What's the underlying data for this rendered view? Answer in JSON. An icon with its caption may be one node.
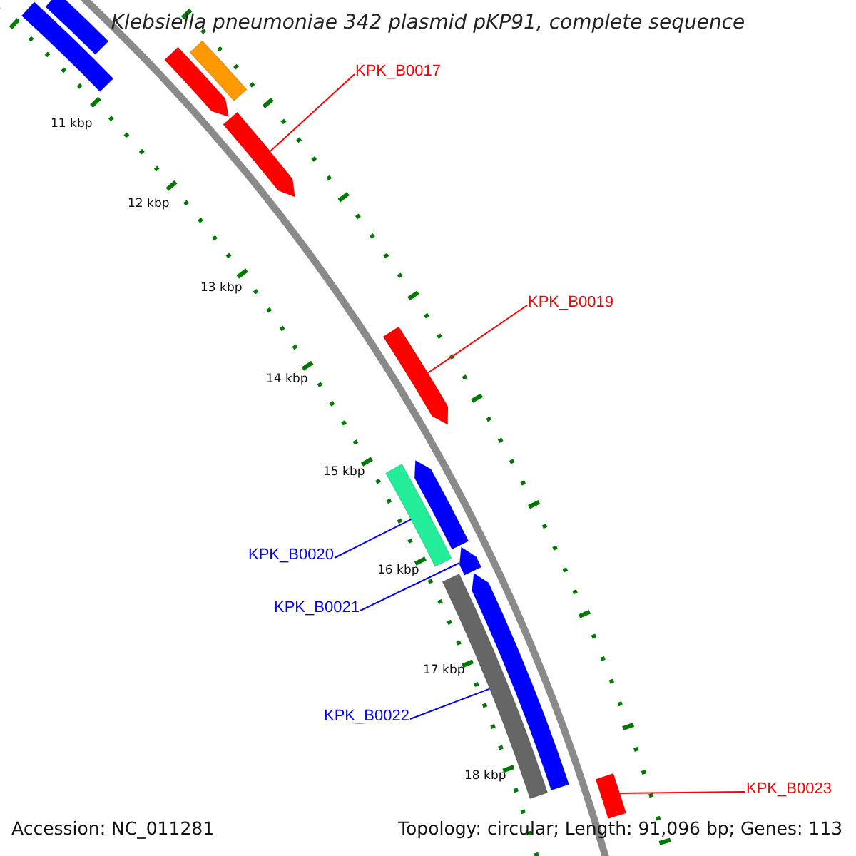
{
  "diagram": {
    "title": "Klebsiella pneumoniae 342 plasmid pKP91, complete sequence",
    "nodes": [
      {
        "text": [
          "KPK_B0017"
        ]
      },
      {
        "text": [
          "KPK_B0019"
        ]
      },
      {
        "text": [
          "KPK_B0020"
        ]
      },
      {
        "text": [
          "KPK_B0021"
        ]
      },
      {
        "text": [
          "KPK_B0022"
        ]
      },
      {
        "text": [
          "KPK_B0023"
        ]
      },
      {
        "text": [],
        "shape": "bar"
      },
      {
        "text": [],
        "shape": "bar"
      },
      {
        "text": [],
        "shape": "bar"
      },
      {
        "text": [],
        "shape": "bar"
      },
      {
        "text": [],
        "shape": "bar"
      },
      {
        "text": [],
        "shape": "bar"
      },
      {
        "text": [],
        "shape": "bar"
      },
      {
        "text": [],
        "shape": "bar"
      },
      {
        "text": [],
        "shape": "bar"
      },
      {
        "text": [],
        "shape": "bar"
      },
      {
        "text": [],
        "shape": "bar"
      },
      {
        "text": [],
        "shape": "bar"
      }
    ],
    "edges": [
      {
        "from": 0,
        "to": 6,
        "arrow": "none",
        "color": "#ff0000"
      },
      {
        "from": 1,
        "to": 7,
        "arrow": "none",
        "color": "#ff0000"
      },
      {
        "from": 2,
        "to": 8,
        "arrow": "none",
        "color": "#0000ff"
      },
      {
        "from": 3,
        "to": 9,
        "arrow": "none",
        "color": "#0000ff"
      },
      {
        "from": 4,
        "to": 10,
        "arrow": "none",
        "color": "#0000ff"
      },
      {
        "from": 5,
        "to": 11,
        "arrow": "none",
        "color": "#ff0000"
      }
    ],
    "labels": [
      "11 kbp",
      "12 kbp",
      "13 kbp",
      "14 kbp",
      "15 kbp",
      "16 kbp",
      "17 kbp",
      "18 kbp",
      "Accession: NC_011281",
      "Topology: circular; Length: 91,096 bp; Genes: 113"
    ]
  }
}
